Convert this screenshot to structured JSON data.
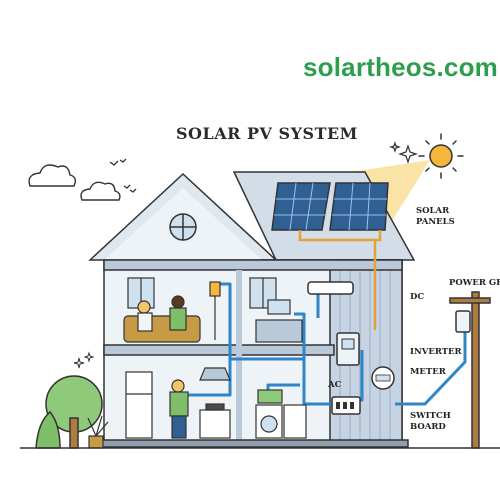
{
  "brand": "solartheos.com",
  "title": "SOLAR PV SYSTEM",
  "labels": {
    "solar_panels_1": "SOLAR",
    "solar_panels_2": "PANELS",
    "dc": "DC",
    "inverter": "INVERTER",
    "meter": "METER",
    "ac": "AC",
    "switch_board_1": "SWITCH",
    "switch_board_2": "BOARD",
    "power_grid": "POWER GRI"
  },
  "colors": {
    "brand": "#2e9e4e",
    "wire": "#2e86c8",
    "sunbeam": "#f7d98a",
    "sun": "#f4b63b",
    "wall": "#eef3f8",
    "siding": "#c5d3e2",
    "roof": "#dfe7ef"
  }
}
